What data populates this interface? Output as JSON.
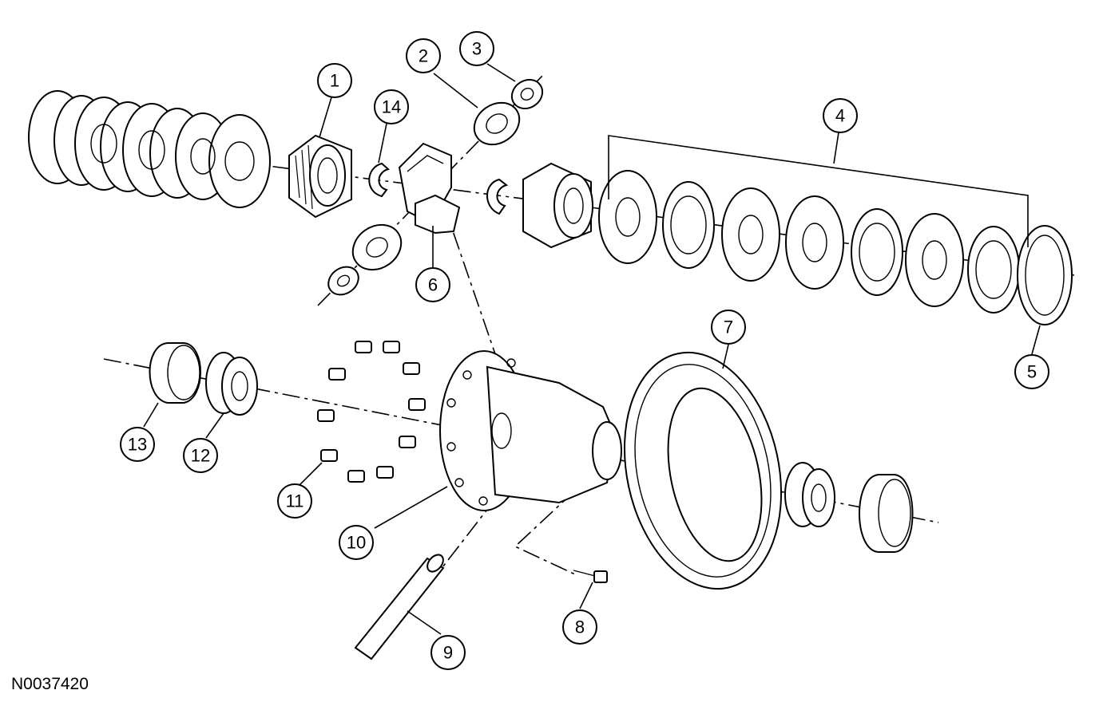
{
  "figure_id": "N0037420",
  "callouts": [
    {
      "id": "callout-1",
      "label": "1"
    },
    {
      "id": "callout-2",
      "label": "2"
    },
    {
      "id": "callout-3",
      "label": "3"
    },
    {
      "id": "callout-4",
      "label": "4"
    },
    {
      "id": "callout-5",
      "label": "5"
    },
    {
      "id": "callout-6",
      "label": "6"
    },
    {
      "id": "callout-7",
      "label": "7"
    },
    {
      "id": "callout-8",
      "label": "8"
    },
    {
      "id": "callout-9",
      "label": "9"
    },
    {
      "id": "callout-10",
      "label": "10"
    },
    {
      "id": "callout-11",
      "label": "11"
    },
    {
      "id": "callout-12",
      "label": "12"
    },
    {
      "id": "callout-13",
      "label": "13"
    },
    {
      "id": "callout-14",
      "label": "14"
    }
  ]
}
